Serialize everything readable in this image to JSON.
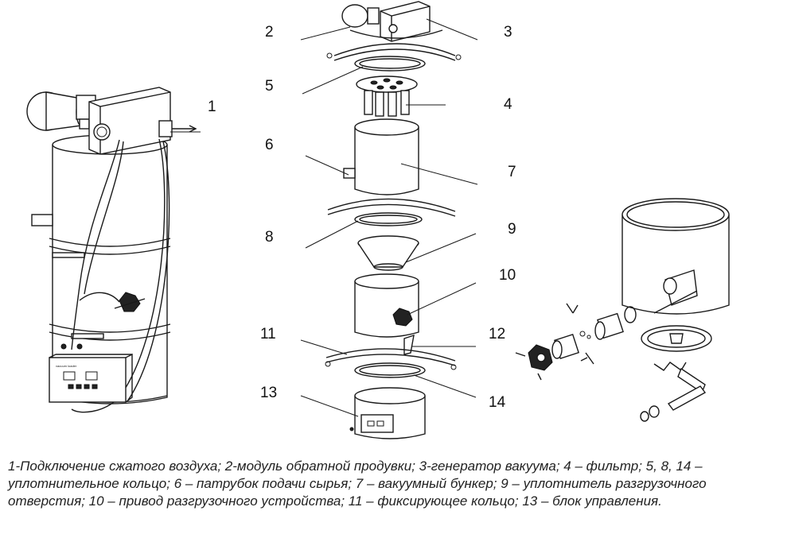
{
  "callouts": [
    "1",
    "2",
    "3",
    "4",
    "5",
    "6",
    "7",
    "8",
    "9",
    "10",
    "11",
    "12",
    "13",
    "14"
  ],
  "control_panel_text": "vacuum loader",
  "caption": {
    "line1": "1-Подключение сжатого воздуха; 2-модуль обратной продувки; 3-генератор вакуума; 4 – фильтр; 5, 8, 14 –",
    "line2": "уплотнительное кольцо; 6 – патрубок подачи сырья; 7 – вакуумный бункер; 9 – уплотнитель разгрузочного",
    "line3": "отверстия; 10 – привод разгрузочного устройства;  11 – фиксирующее кольцо; 13 –  блок управления."
  }
}
